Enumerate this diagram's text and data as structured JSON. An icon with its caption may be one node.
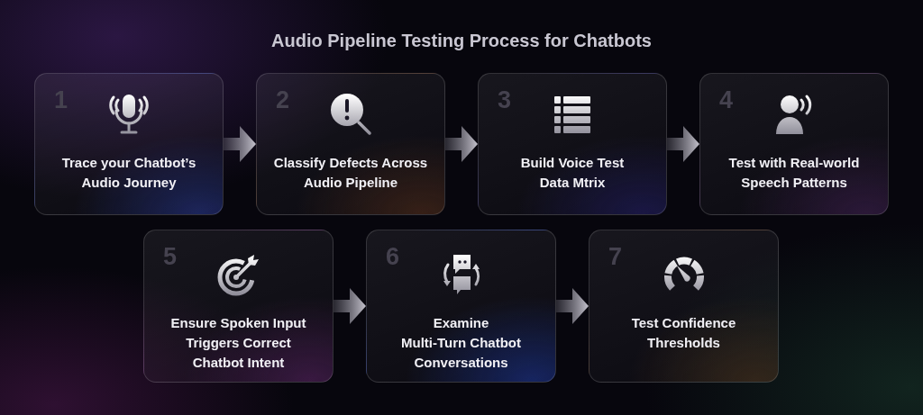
{
  "diagram": {
    "title": "Audio Pipeline Testing Process for Chatbots",
    "nodes": [
      {
        "text": [
          "1",
          "Trace your Chatbot’s Audio Journey"
        ]
      },
      {
        "text": [
          "2",
          "Classify Defects Across Audio Pipeline"
        ]
      },
      {
        "text": [
          "3",
          "Build Voice Test Data Mtrix"
        ]
      },
      {
        "text": [
          "4",
          "Test with Real-world Speech Patterns"
        ]
      },
      {
        "text": [
          "5",
          "Ensure Spoken Input Triggers Correct Chatbot Intent"
        ]
      },
      {
        "text": [
          "6",
          "Examine Multi-Turn Chatbot Conversations"
        ]
      },
      {
        "text": [
          "7",
          "Test Confidence Thresholds"
        ]
      }
    ],
    "edges": [
      {
        "from": 0,
        "to": 1,
        "arrow": "to"
      },
      {
        "from": 1,
        "to": 2,
        "arrow": "to"
      },
      {
        "from": 2,
        "to": 3,
        "arrow": "to"
      },
      {
        "from": 4,
        "to": 5,
        "arrow": "to"
      },
      {
        "from": 5,
        "to": 6,
        "arrow": "to"
      }
    ]
  }
}
